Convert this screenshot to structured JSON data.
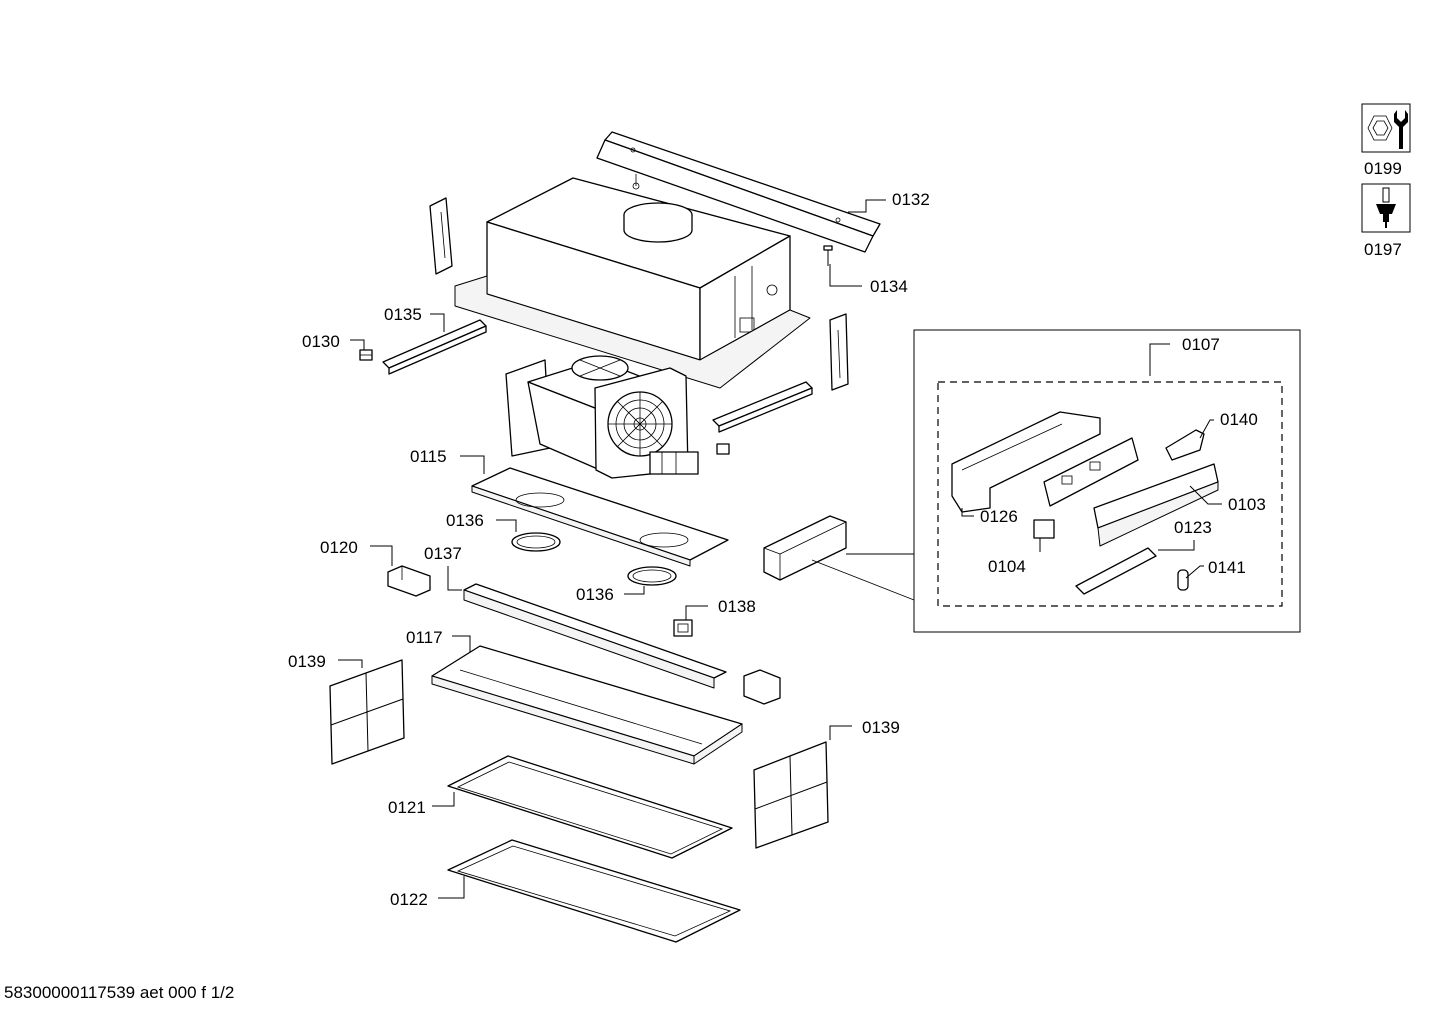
{
  "callouts": {
    "c0132": "0132",
    "c0134": "0134",
    "c0135": "0135",
    "c0130": "0130",
    "c0107": "0107",
    "c0140": "0140",
    "c0115": "0115",
    "c0126": "0126",
    "c0103": "0103",
    "c0136a": "0136",
    "c0123": "0123",
    "c0120": "0120",
    "c0137": "0137",
    "c0104": "0104",
    "c0141": "0141",
    "c0136b": "0136",
    "c0138": "0138",
    "c0117": "0117",
    "c0139a": "0139",
    "c0139b": "0139",
    "c0121": "0121",
    "c0122": "0122"
  },
  "tools": {
    "t0199": "0199",
    "t0197": "0197",
    "t0199_icon": "wrench-nut-icon",
    "t0197_icon": "screwdriver-icon"
  },
  "footer": {
    "document_id": "58300000117539 aet 000 f 1/2"
  }
}
